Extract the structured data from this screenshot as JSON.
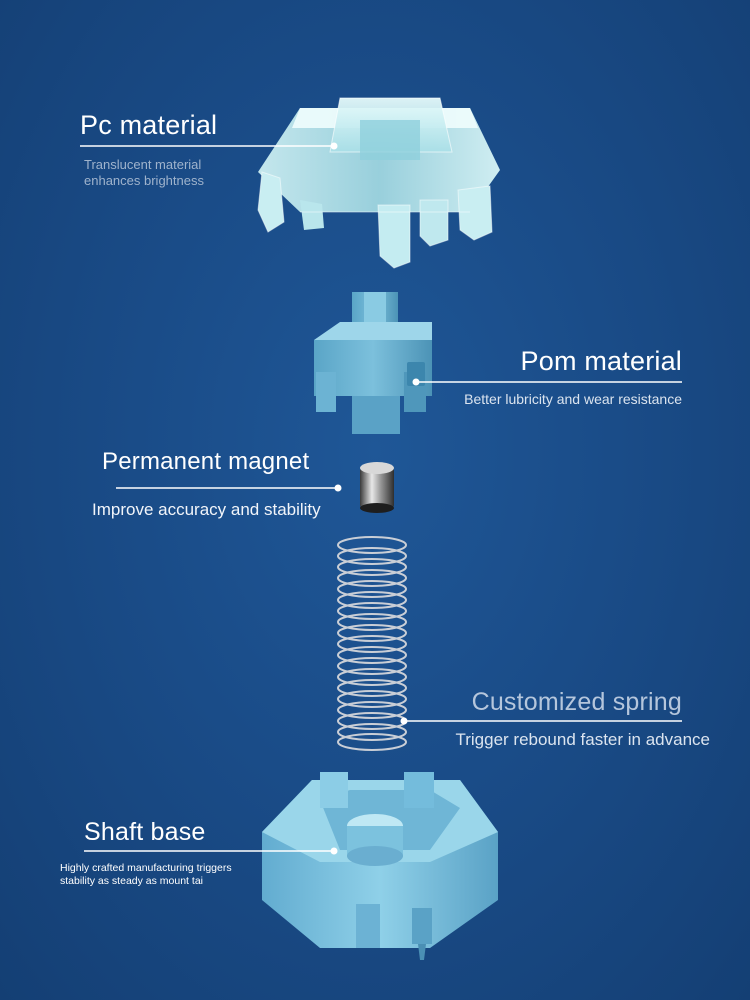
{
  "parts": {
    "pc": {
      "title": "Pc material",
      "desc_line1": "Translucent material",
      "desc_line2": "enhances brightness"
    },
    "pom": {
      "title": "Pom material",
      "desc": "Better lubricity and wear resistance"
    },
    "magnet": {
      "title": "Permanent magnet",
      "desc": "Improve accuracy and stability"
    },
    "spring": {
      "title": "Customized spring",
      "desc": "Trigger rebound faster in advance"
    },
    "base": {
      "title": "Shaft base",
      "desc_line1": "Highly crafted manufacturing triggers",
      "desc_line2": "stability as steady as mount tai"
    }
  },
  "colors": {
    "background": "#1a4c88",
    "stem": "#6fb4d2",
    "base": "#7cc2de",
    "housing": "#bfe8ee"
  }
}
